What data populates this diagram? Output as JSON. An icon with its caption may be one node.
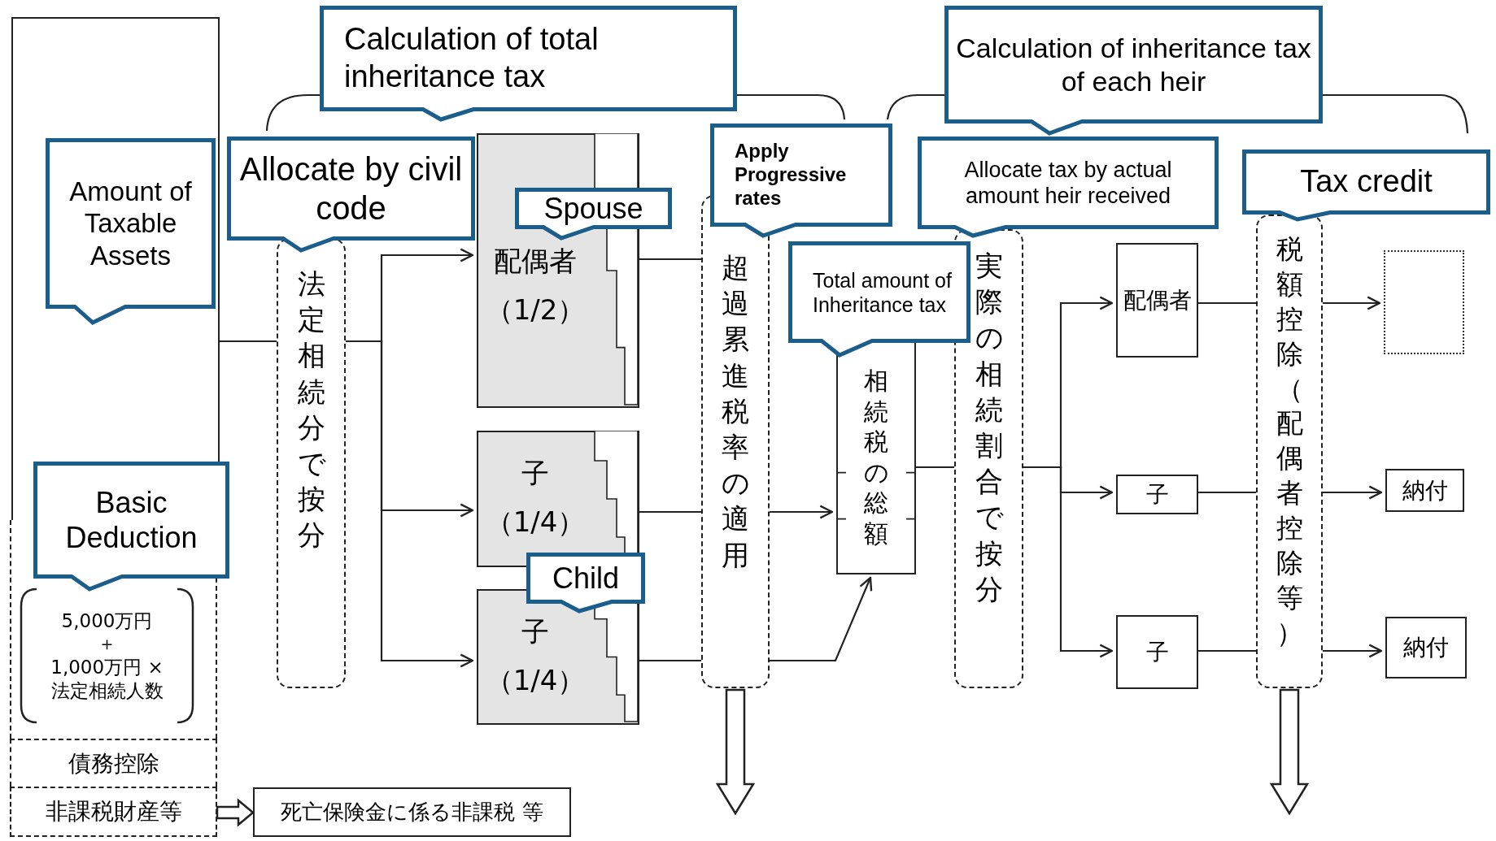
{
  "diagram": {
    "nodes": [
      {
        "text": [],
        "shape": "box"
      },
      {
        "text": [
          "Amount of Taxable Assets"
        ],
        "in": 0
      },
      {
        "text": [
          "Calculation of total inheritance tax"
        ]
      },
      {
        "text": [
          "Allocate by civil code"
        ]
      },
      {
        "text": [
          "法定相続分で按分"
        ]
      },
      {
        "text": [
          "配偶者",
          "（1/2）"
        ]
      },
      {
        "text": [
          "Spouse"
        ]
      },
      {
        "text": [
          "Apply Progressive rates"
        ]
      },
      {
        "text": [
          "超過累進税率の適用"
        ]
      },
      {
        "text": [
          "Calculation of inheritance tax of each heir"
        ]
      },
      {
        "text": [
          "Allocate tax by actual amount heir received"
        ]
      },
      {
        "text": [
          "Tax credit"
        ]
      },
      {
        "text": [
          "Total amount of Inheritance tax"
        ]
      },
      {
        "text": [
          "相続税の総額"
        ]
      },
      {
        "text": [
          "実際の相続割合で按分"
        ]
      },
      {
        "text": [
          "配偶者"
        ]
      },
      {
        "text": [
          "税額控除（配偶者控除等）"
        ]
      },
      {
        "text": [],
        "shape": "box"
      },
      {
        "text": [
          "Basic Deduction"
        ]
      },
      {
        "text": [
          "子",
          "（1/4）"
        ]
      },
      {
        "text": [
          "子"
        ]
      },
      {
        "text": [
          "納付"
        ]
      },
      {
        "text": [
          "Child"
        ]
      },
      {
        "text": [
          "子",
          "（1/4）"
        ]
      },
      {
        "text": [
          "子"
        ]
      },
      {
        "text": [
          "納付"
        ]
      },
      {
        "text": [],
        "shape": "box"
      },
      {
        "text": [
          "5,000万円",
          "＋",
          "1,000万円 ×法定相続人数"
        ],
        "in": 26
      },
      {
        "text": [
          "債務控除"
        ]
      },
      {
        "text": [
          "非課税財産等"
        ]
      },
      {
        "text": [
          "死亡保険金に係る非課税 等"
        ]
      }
    ],
    "edges": [
      {
        "from": 0,
        "to": 4,
        "arrow": "none"
      },
      {
        "from": 4,
        "to": 5,
        "arrow": "to"
      },
      {
        "from": 4,
        "to": 19,
        "arrow": "to"
      },
      {
        "from": 4,
        "to": 23,
        "arrow": "to"
      },
      {
        "from": 5,
        "to": 8,
        "arrow": "none"
      },
      {
        "from": 19,
        "to": 8,
        "arrow": "none"
      },
      {
        "from": 23,
        "to": 8,
        "arrow": "none"
      },
      {
        "from": 8,
        "to": 13,
        "arrow": "to"
      },
      {
        "from": 8,
        "to": 13,
        "arrow": "to"
      },
      {
        "from": 13,
        "to": 14,
        "arrow": "none"
      },
      {
        "from": 14,
        "to": 15,
        "arrow": "to"
      },
      {
        "from": 14,
        "to": 20,
        "arrow": "to"
      },
      {
        "from": 14,
        "to": 24,
        "arrow": "to"
      },
      {
        "from": 15,
        "to": 16,
        "arrow": "none"
      },
      {
        "from": 20,
        "to": 16,
        "arrow": "none"
      },
      {
        "from": 24,
        "to": 16,
        "arrow": "none"
      },
      {
        "from": 16,
        "to": 17,
        "arrow": "to"
      },
      {
        "from": 16,
        "to": 21,
        "arrow": "to"
      },
      {
        "from": 16,
        "to": 25,
        "arrow": "to"
      },
      {
        "from": 29,
        "to": 30,
        "arrow": "to"
      },
      {
        "from": 8,
        "to": null,
        "arrow": "to"
      },
      {
        "from": 16,
        "to": null,
        "arrow": "to"
      }
    ]
  }
}
